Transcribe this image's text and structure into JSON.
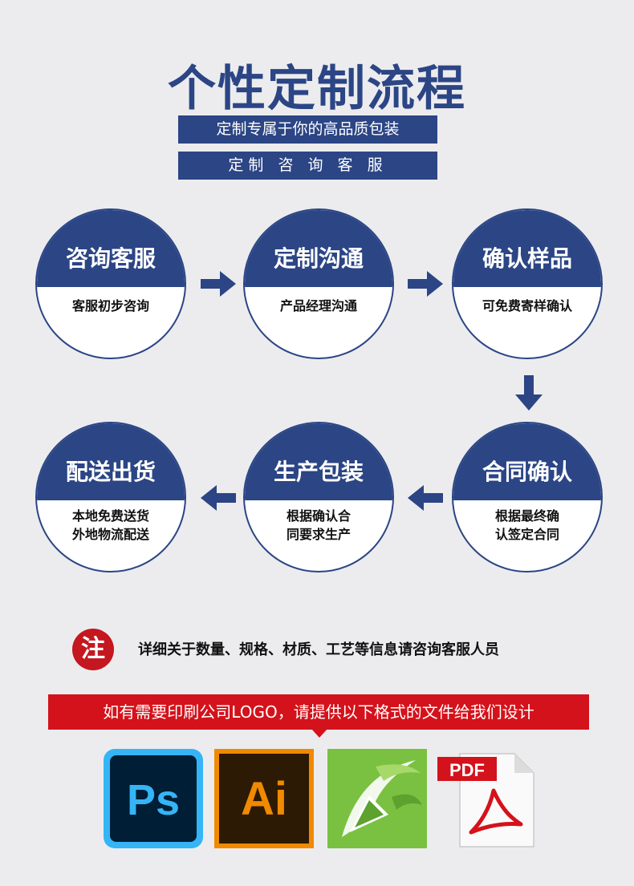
{
  "header": {
    "title": "个性定制流程",
    "tagline": "定制专属于你的高品质包装",
    "service_button": "定制 咨 询 客 服"
  },
  "steps": [
    {
      "title": "咨询客服",
      "desc": [
        "客服初步咨询"
      ]
    },
    {
      "title": "定制沟通",
      "desc": [
        "产品经理沟通"
      ]
    },
    {
      "title": "确认样品",
      "desc": [
        "可免费寄样确认"
      ]
    },
    {
      "title": "合同确认",
      "desc": [
        "根据最终确",
        "认签定合同"
      ]
    },
    {
      "title": "生产包装",
      "desc": [
        "根据确认合",
        "同要求生产"
      ]
    },
    {
      "title": "配送出货",
      "desc": [
        "本地免费送货",
        "外地物流配送"
      ]
    }
  ],
  "note": {
    "badge": "注",
    "text": "详细关于数量、规格、材质、工艺等信息请咨询客服人员"
  },
  "banner": "如有需要印刷公司LOGO，请提供以下格式的文件给我们设计",
  "logos": {
    "ps": "Ps",
    "ai": "Ai",
    "pdf": "PDF"
  },
  "colors": {
    "primary": "#2b4585",
    "accent_red": "#d4121b",
    "background": "#ececee"
  }
}
